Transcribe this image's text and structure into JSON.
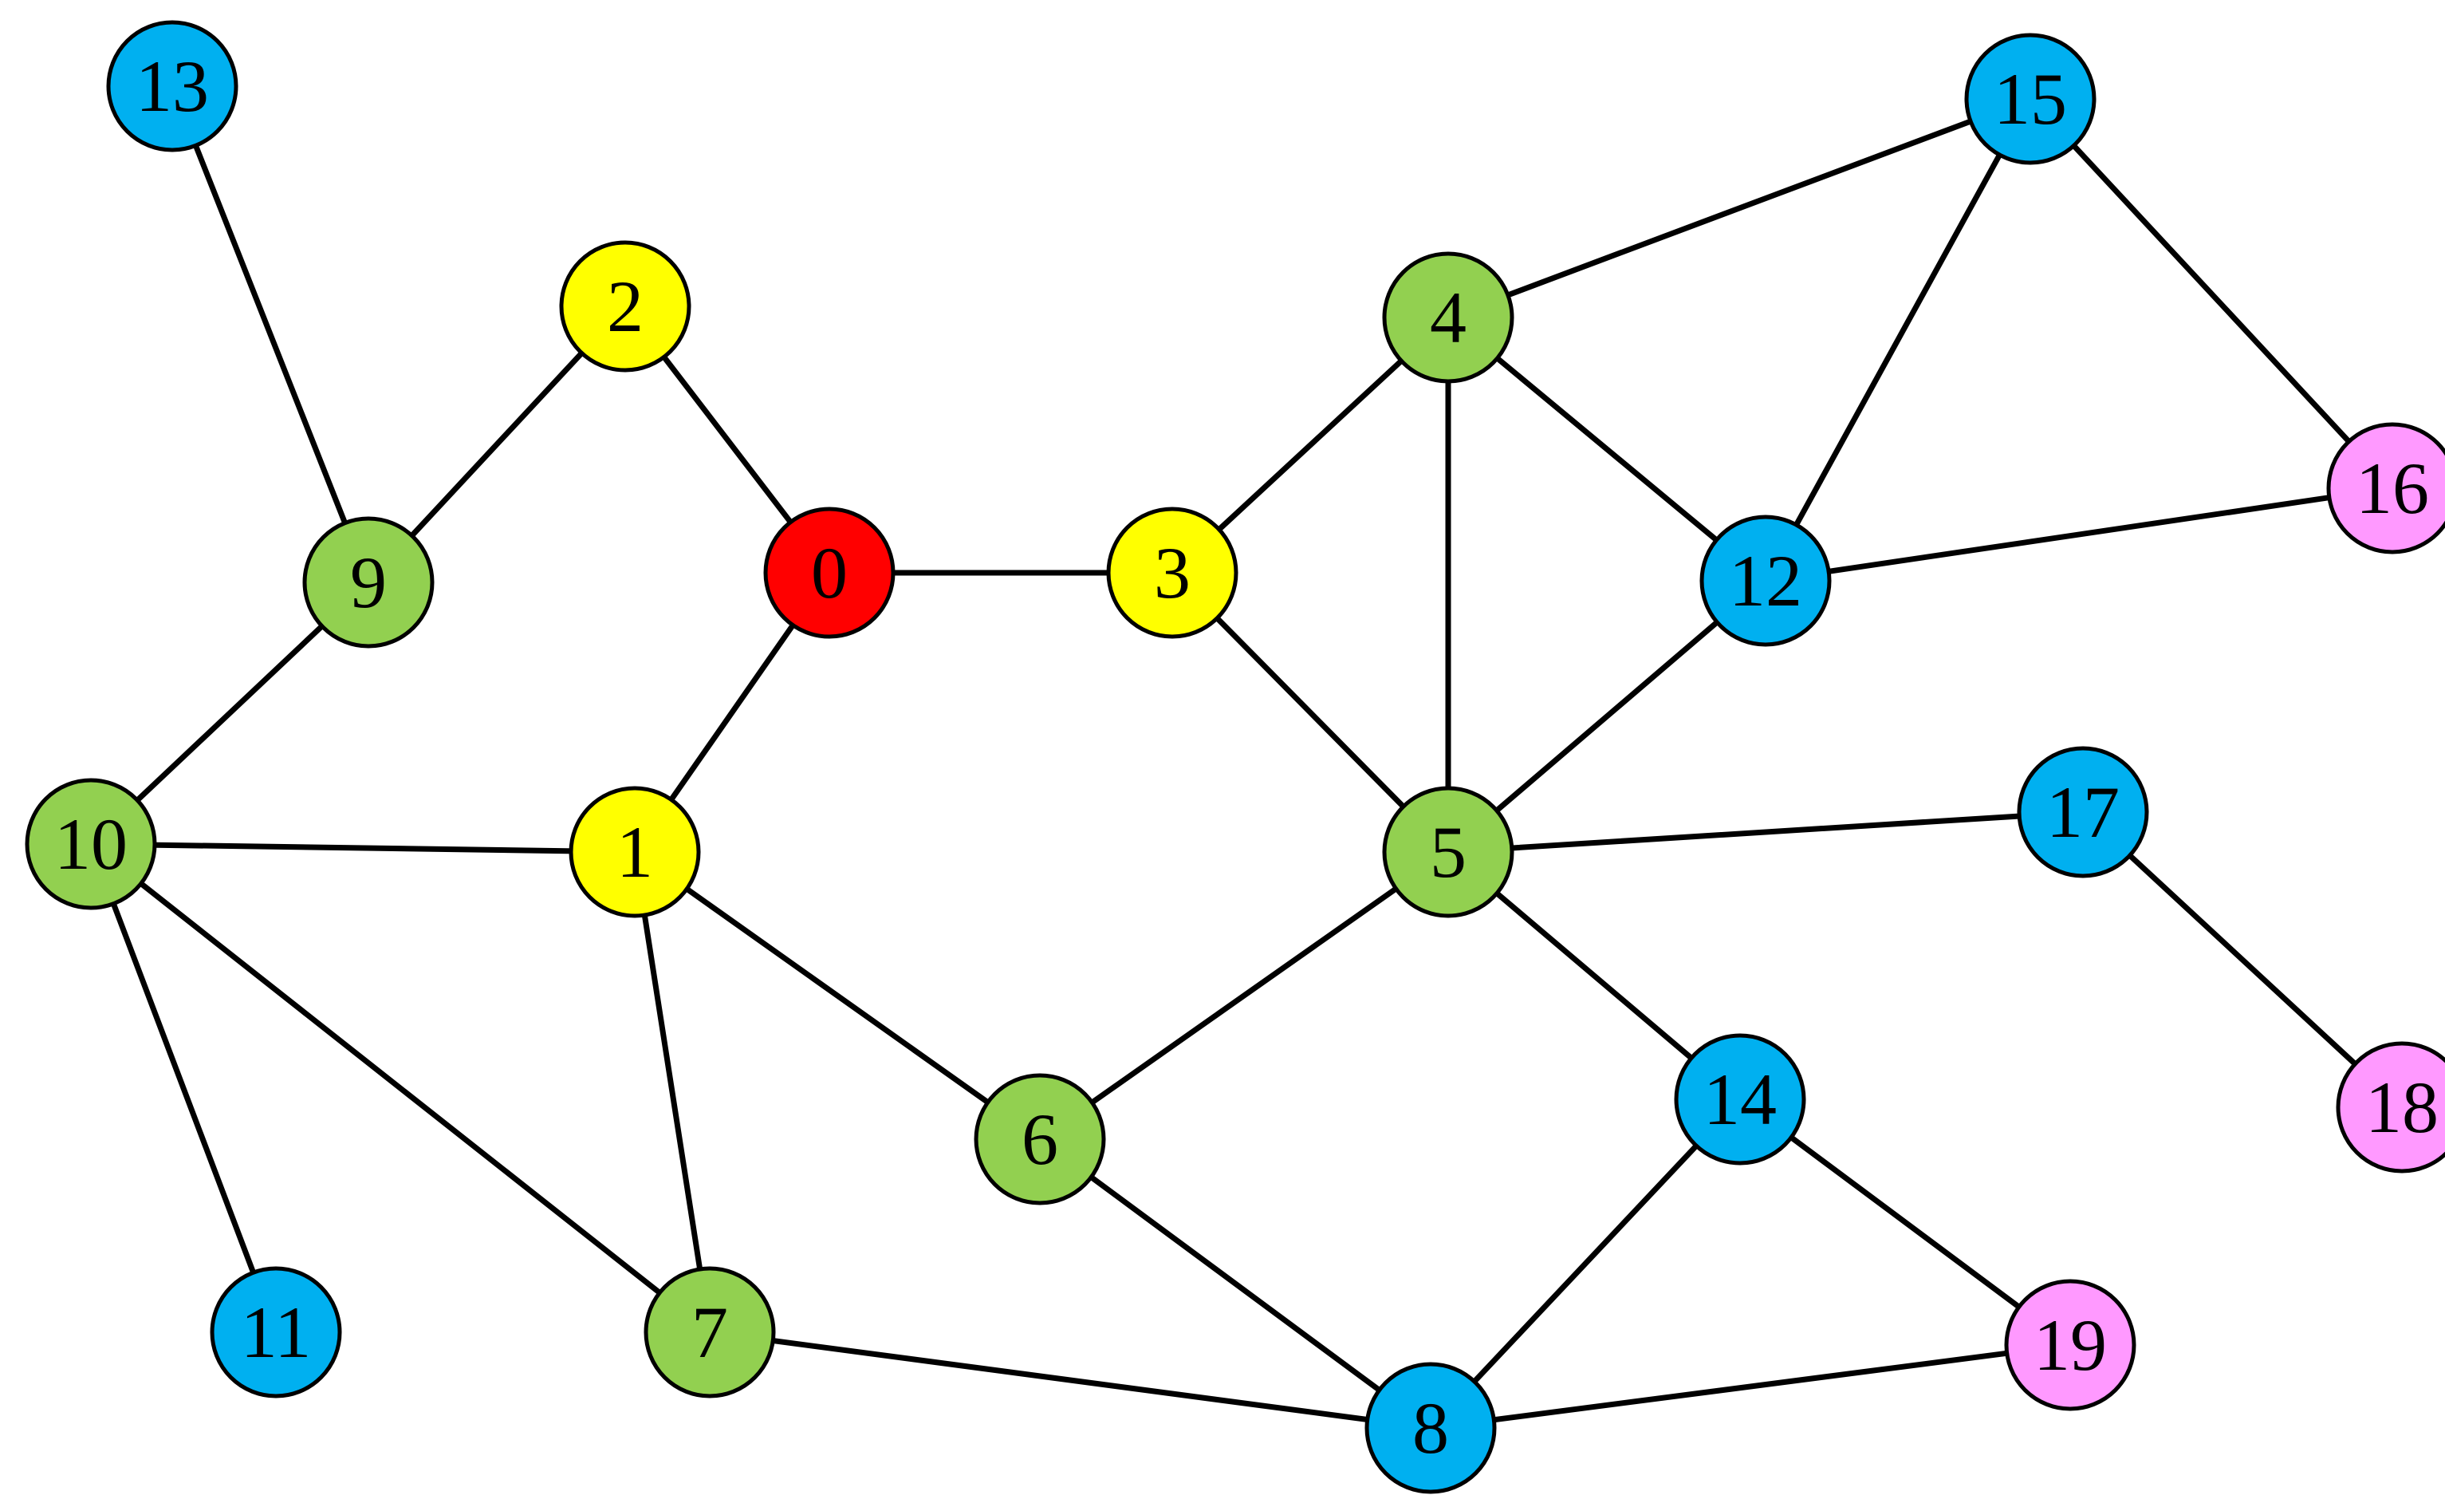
{
  "graph": {
    "type": "undirected",
    "colors": {
      "red": "#ff0000",
      "yellow": "#ffff00",
      "green": "#92d050",
      "blue": "#00b0f0",
      "pink": "#ff99ff"
    },
    "nodes": [
      {
        "id": "0",
        "label": "0",
        "color": "red"
      },
      {
        "id": "1",
        "label": "1",
        "color": "yellow"
      },
      {
        "id": "2",
        "label": "2",
        "color": "yellow"
      },
      {
        "id": "3",
        "label": "3",
        "color": "yellow"
      },
      {
        "id": "4",
        "label": "4",
        "color": "green"
      },
      {
        "id": "5",
        "label": "5",
        "color": "green"
      },
      {
        "id": "6",
        "label": "6",
        "color": "green"
      },
      {
        "id": "7",
        "label": "7",
        "color": "green"
      },
      {
        "id": "8",
        "label": "8",
        "color": "blue"
      },
      {
        "id": "9",
        "label": "9",
        "color": "green"
      },
      {
        "id": "10",
        "label": "10",
        "color": "green"
      },
      {
        "id": "11",
        "label": "11",
        "color": "blue"
      },
      {
        "id": "12",
        "label": "12",
        "color": "blue"
      },
      {
        "id": "13",
        "label": "13",
        "color": "blue"
      },
      {
        "id": "14",
        "label": "14",
        "color": "blue"
      },
      {
        "id": "15",
        "label": "15",
        "color": "blue"
      },
      {
        "id": "16",
        "label": "16",
        "color": "pink"
      },
      {
        "id": "17",
        "label": "17",
        "color": "blue"
      },
      {
        "id": "18",
        "label": "18",
        "color": "pink"
      },
      {
        "id": "19",
        "label": "19",
        "color": "pink"
      }
    ],
    "edges": [
      [
        "0",
        "2"
      ],
      [
        "0",
        "3"
      ],
      [
        "0",
        "1"
      ],
      [
        "2",
        "9"
      ],
      [
        "9",
        "13"
      ],
      [
        "9",
        "10"
      ],
      [
        "10",
        "1"
      ],
      [
        "10",
        "11"
      ],
      [
        "10",
        "7"
      ],
      [
        "1",
        "7"
      ],
      [
        "1",
        "6"
      ],
      [
        "3",
        "4"
      ],
      [
        "3",
        "5"
      ],
      [
        "4",
        "5"
      ],
      [
        "4",
        "12"
      ],
      [
        "4",
        "15"
      ],
      [
        "15",
        "12"
      ],
      [
        "15",
        "16"
      ],
      [
        "12",
        "16"
      ],
      [
        "12",
        "5"
      ],
      [
        "5",
        "17"
      ],
      [
        "17",
        "18"
      ],
      [
        "5",
        "6"
      ],
      [
        "5",
        "14"
      ],
      [
        "6",
        "8"
      ],
      [
        "7",
        "8"
      ],
      [
        "14",
        "8"
      ],
      [
        "14",
        "19"
      ],
      [
        "8",
        "19"
      ]
    ]
  }
}
